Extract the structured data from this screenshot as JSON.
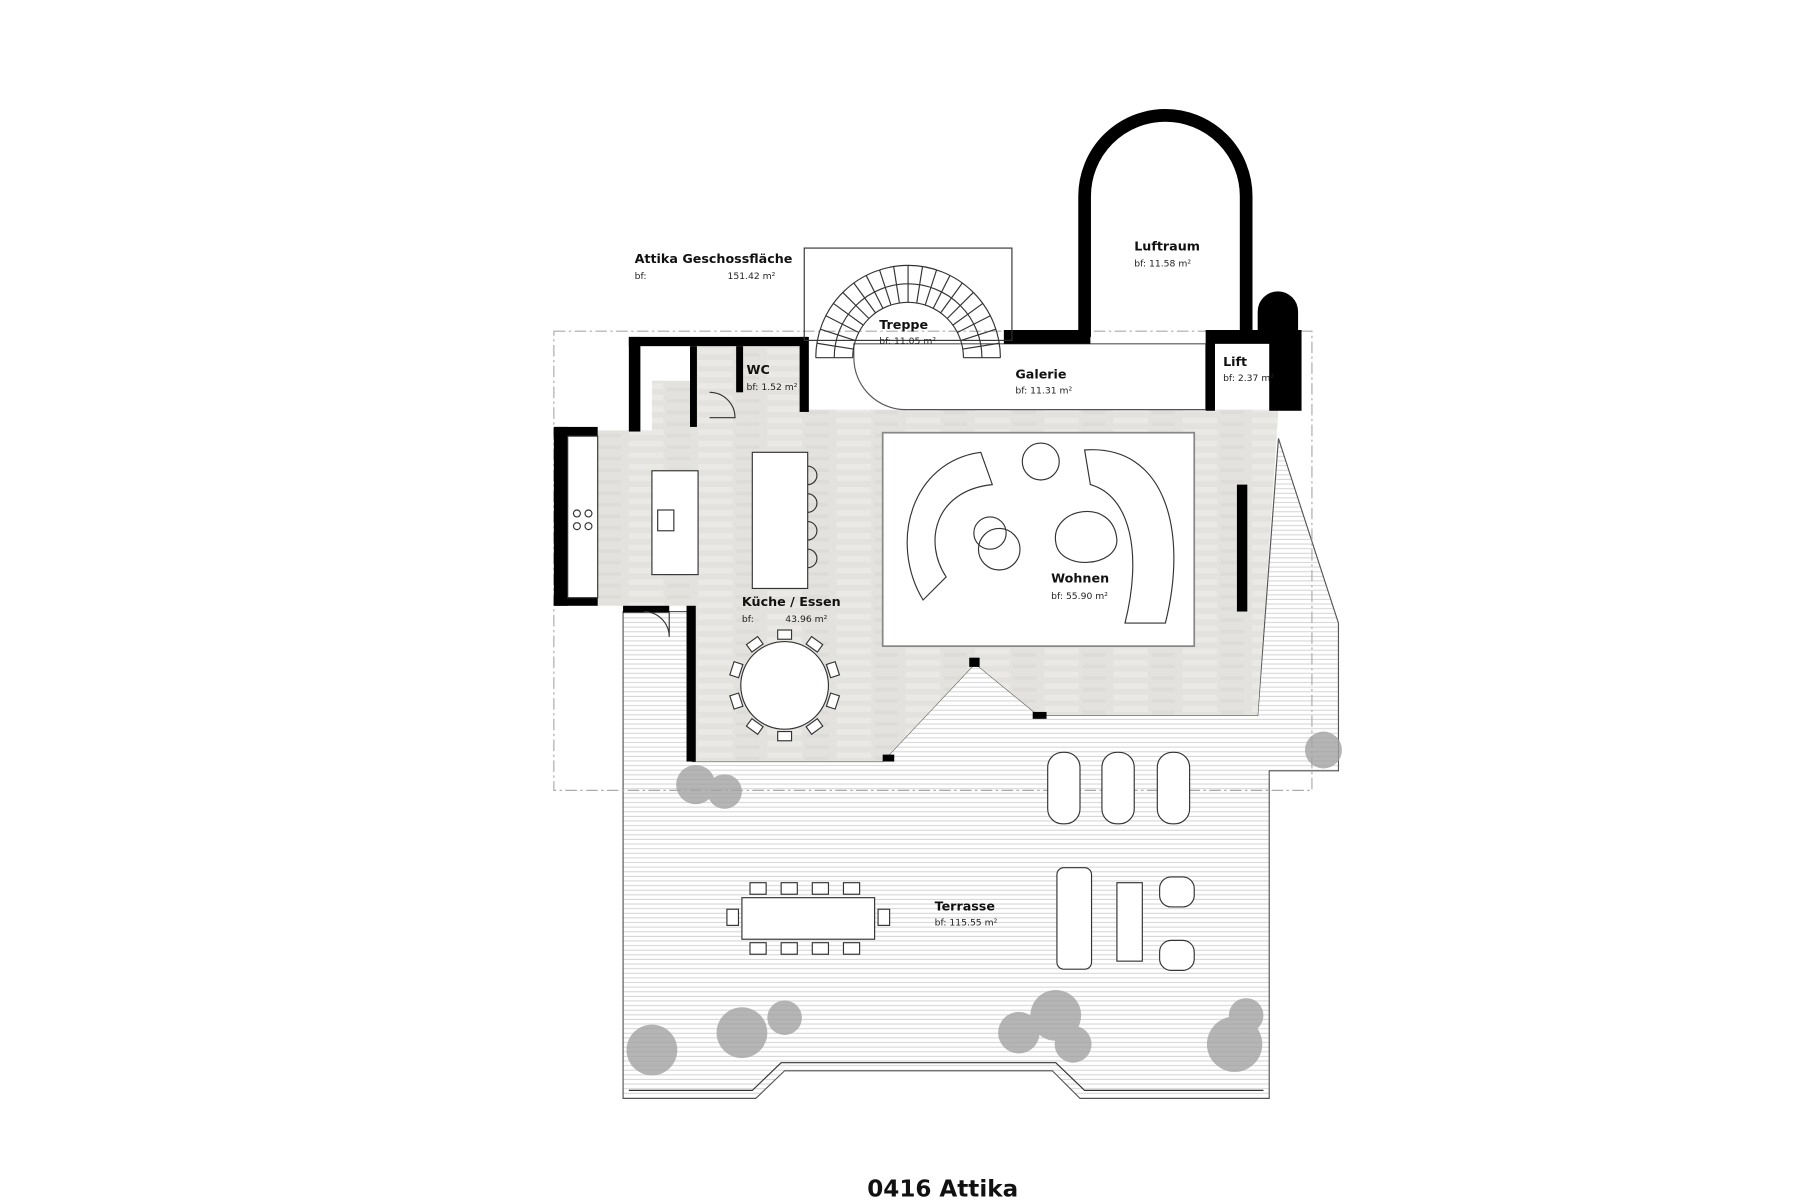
{
  "plan": {
    "title": "0416 Attika",
    "colors": {
      "floor": "#e4e2de",
      "wall": "#000000",
      "terrace_lines": "#c8c8c8",
      "trees": "#9a9a9a"
    },
    "summary": {
      "label": "Attika Geschossfläche",
      "prefix": "bf:",
      "area": "151.42 m²"
    },
    "rooms": [
      {
        "name": "Treppe",
        "area": "bf: 11.05 m²"
      },
      {
        "name": "Luftraum",
        "area": "bf: 11.58 m²"
      },
      {
        "name": "WC",
        "area": "bf: 1.52 m²"
      },
      {
        "name": "Galerie",
        "area": "bf: 11.31 m²"
      },
      {
        "name": "Lift",
        "area": "bf: 2.37 m²"
      },
      {
        "name": "Wohnen",
        "area": "bf: 55.90 m²"
      },
      {
        "name": "Terrasse",
        "area": "bf: 115.55 m²"
      }
    ],
    "kitchen": {
      "name": "Küche / Essen",
      "prefix": "bf:",
      "area": "43.96 m²"
    }
  }
}
